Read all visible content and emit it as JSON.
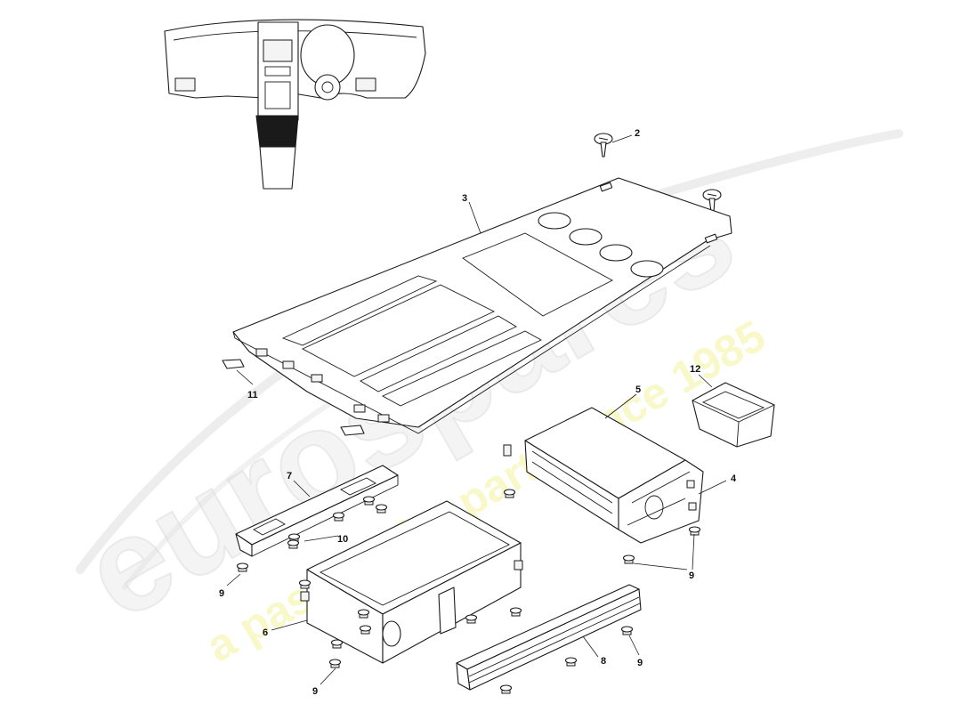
{
  "watermark": {
    "brand": "eurospares",
    "tagline": "a passion for parts since 1985",
    "brand_color": "#dcdcdc",
    "tagline_color": "#f2f29a"
  },
  "callouts": {
    "c2": "2",
    "c3": "3",
    "c4": "4",
    "c5": "5",
    "c6": "6",
    "c7": "7",
    "c8": "8",
    "c9a": "9",
    "c9b": "9",
    "c9c": "9",
    "c9d": "9",
    "c10": "10",
    "c11": "11",
    "c12": "12"
  }
}
